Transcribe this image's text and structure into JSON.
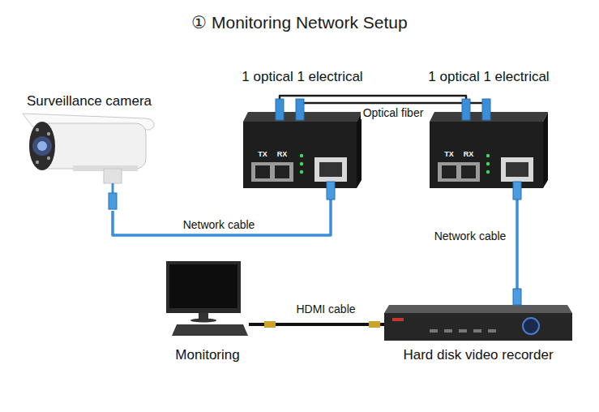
{
  "diagram": {
    "title": "① Monitoring Network Setup",
    "nodes": [
      {
        "text": [
          "Surveillance camera"
        ]
      },
      {
        "text": [
          "1 optical 1 electrical"
        ]
      },
      {
        "text": [
          "1 optical 1 electrical"
        ]
      },
      {
        "text": [
          "Monitoring"
        ]
      },
      {
        "text": [
          "Hard disk video recorder"
        ]
      }
    ],
    "edges": [
      {
        "from": 0,
        "to": 1,
        "label": "Network cable",
        "arrow": "none"
      },
      {
        "from": 1,
        "to": 2,
        "label": "Optical fiber",
        "arrow": "none"
      },
      {
        "from": 2,
        "to": 4,
        "label": "Network cable",
        "arrow": "none"
      },
      {
        "from": 3,
        "to": 4,
        "label": "HDMI cable",
        "arrow": "none"
      }
    ],
    "labels": [
      "TX",
      "RX",
      "TX",
      "RX"
    ]
  }
}
